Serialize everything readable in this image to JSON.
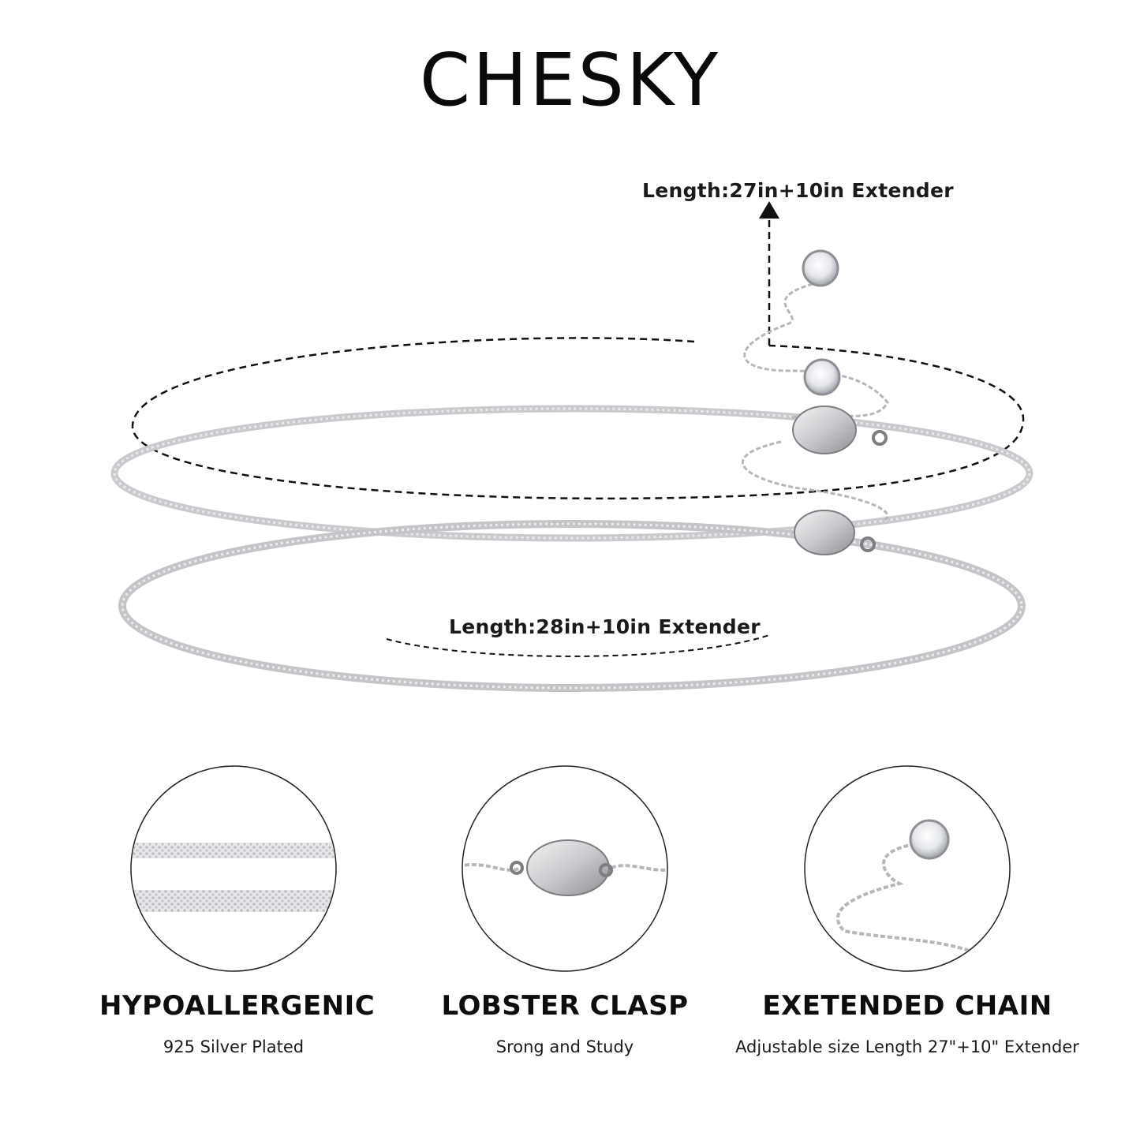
{
  "brand": "CHESKY",
  "lengths": {
    "top": "Length:27in+10in Extender",
    "bottom": "Length:28in+10in Extender"
  },
  "features": [
    {
      "title": "HYPOALLERGENIC",
      "subtitle": "925 Silver Plated"
    },
    {
      "title": "LOBSTER CLASP",
      "subtitle": "Srong and Study"
    },
    {
      "title": "EXETENDED CHAIN",
      "subtitle": "Adjustable size Length 27\"+10\" Extender"
    }
  ],
  "colors": {
    "silver": "#c8c9cb",
    "silver_dark": "#9a9b9e",
    "ink": "#111111"
  }
}
